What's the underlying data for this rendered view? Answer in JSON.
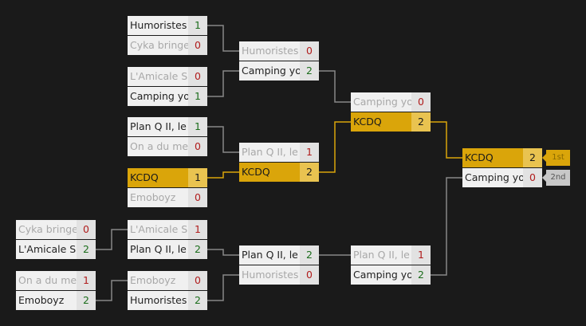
{
  "colors": {
    "background": "#1a1a1a",
    "highlight": "#daa50a",
    "line": "#888888",
    "win_score": "#1b6d1b",
    "loss_score": "#b01c1c"
  },
  "matches": {
    "r1a": {
      "teams": [
        {
          "name": "Humoristes",
          "score": "1"
        },
        {
          "name": "Cyka bringer",
          "score": "0"
        }
      ]
    },
    "r1b": {
      "teams": [
        {
          "name": "L'Amicale Sa",
          "score": "0"
        },
        {
          "name": "Camping you",
          "score": "1"
        }
      ]
    },
    "r1c": {
      "teams": [
        {
          "name": "Plan Q II, le",
          "score": "1"
        },
        {
          "name": "On a du mer",
          "score": "0"
        }
      ]
    },
    "r1d": {
      "teams": [
        {
          "name": "KCDQ",
          "score": "1"
        },
        {
          "name": "Emoboyz",
          "score": "0"
        }
      ]
    },
    "r2a": {
      "teams": [
        {
          "name": "Humoristes",
          "score": "0"
        },
        {
          "name": "Camping you",
          "score": "2"
        }
      ]
    },
    "r2b": {
      "teams": [
        {
          "name": "Plan Q II, le",
          "score": "1"
        },
        {
          "name": "KCDQ",
          "score": "2"
        }
      ]
    },
    "r3a": {
      "teams": [
        {
          "name": "Camping you",
          "score": "0"
        },
        {
          "name": "KCDQ",
          "score": "2"
        }
      ]
    },
    "final": {
      "teams": [
        {
          "name": "KCDQ",
          "score": "2"
        },
        {
          "name": "Camping you",
          "score": "0"
        }
      ]
    },
    "l1a": {
      "teams": [
        {
          "name": "Cyka bringer",
          "score": "0"
        },
        {
          "name": "L'Amicale Sa",
          "score": "2"
        }
      ]
    },
    "l1b": {
      "teams": [
        {
          "name": "On a du mer",
          "score": "1"
        },
        {
          "name": "Emoboyz",
          "score": "2"
        }
      ]
    },
    "l2a": {
      "teams": [
        {
          "name": "L'Amicale Sa",
          "score": "1"
        },
        {
          "name": "Plan Q II, le",
          "score": "2"
        }
      ]
    },
    "l2b": {
      "teams": [
        {
          "name": "Emoboyz",
          "score": "0"
        },
        {
          "name": "Humoristes",
          "score": "2"
        }
      ]
    },
    "l3a": {
      "teams": [
        {
          "name": "Plan Q II, le",
          "score": "2"
        },
        {
          "name": "Humoristes",
          "score": "0"
        }
      ]
    },
    "l4a": {
      "teams": [
        {
          "name": "Plan Q II, le",
          "score": "1"
        },
        {
          "name": "Camping you",
          "score": "2"
        }
      ]
    }
  },
  "placements": {
    "first": "1st",
    "second": "2nd"
  }
}
